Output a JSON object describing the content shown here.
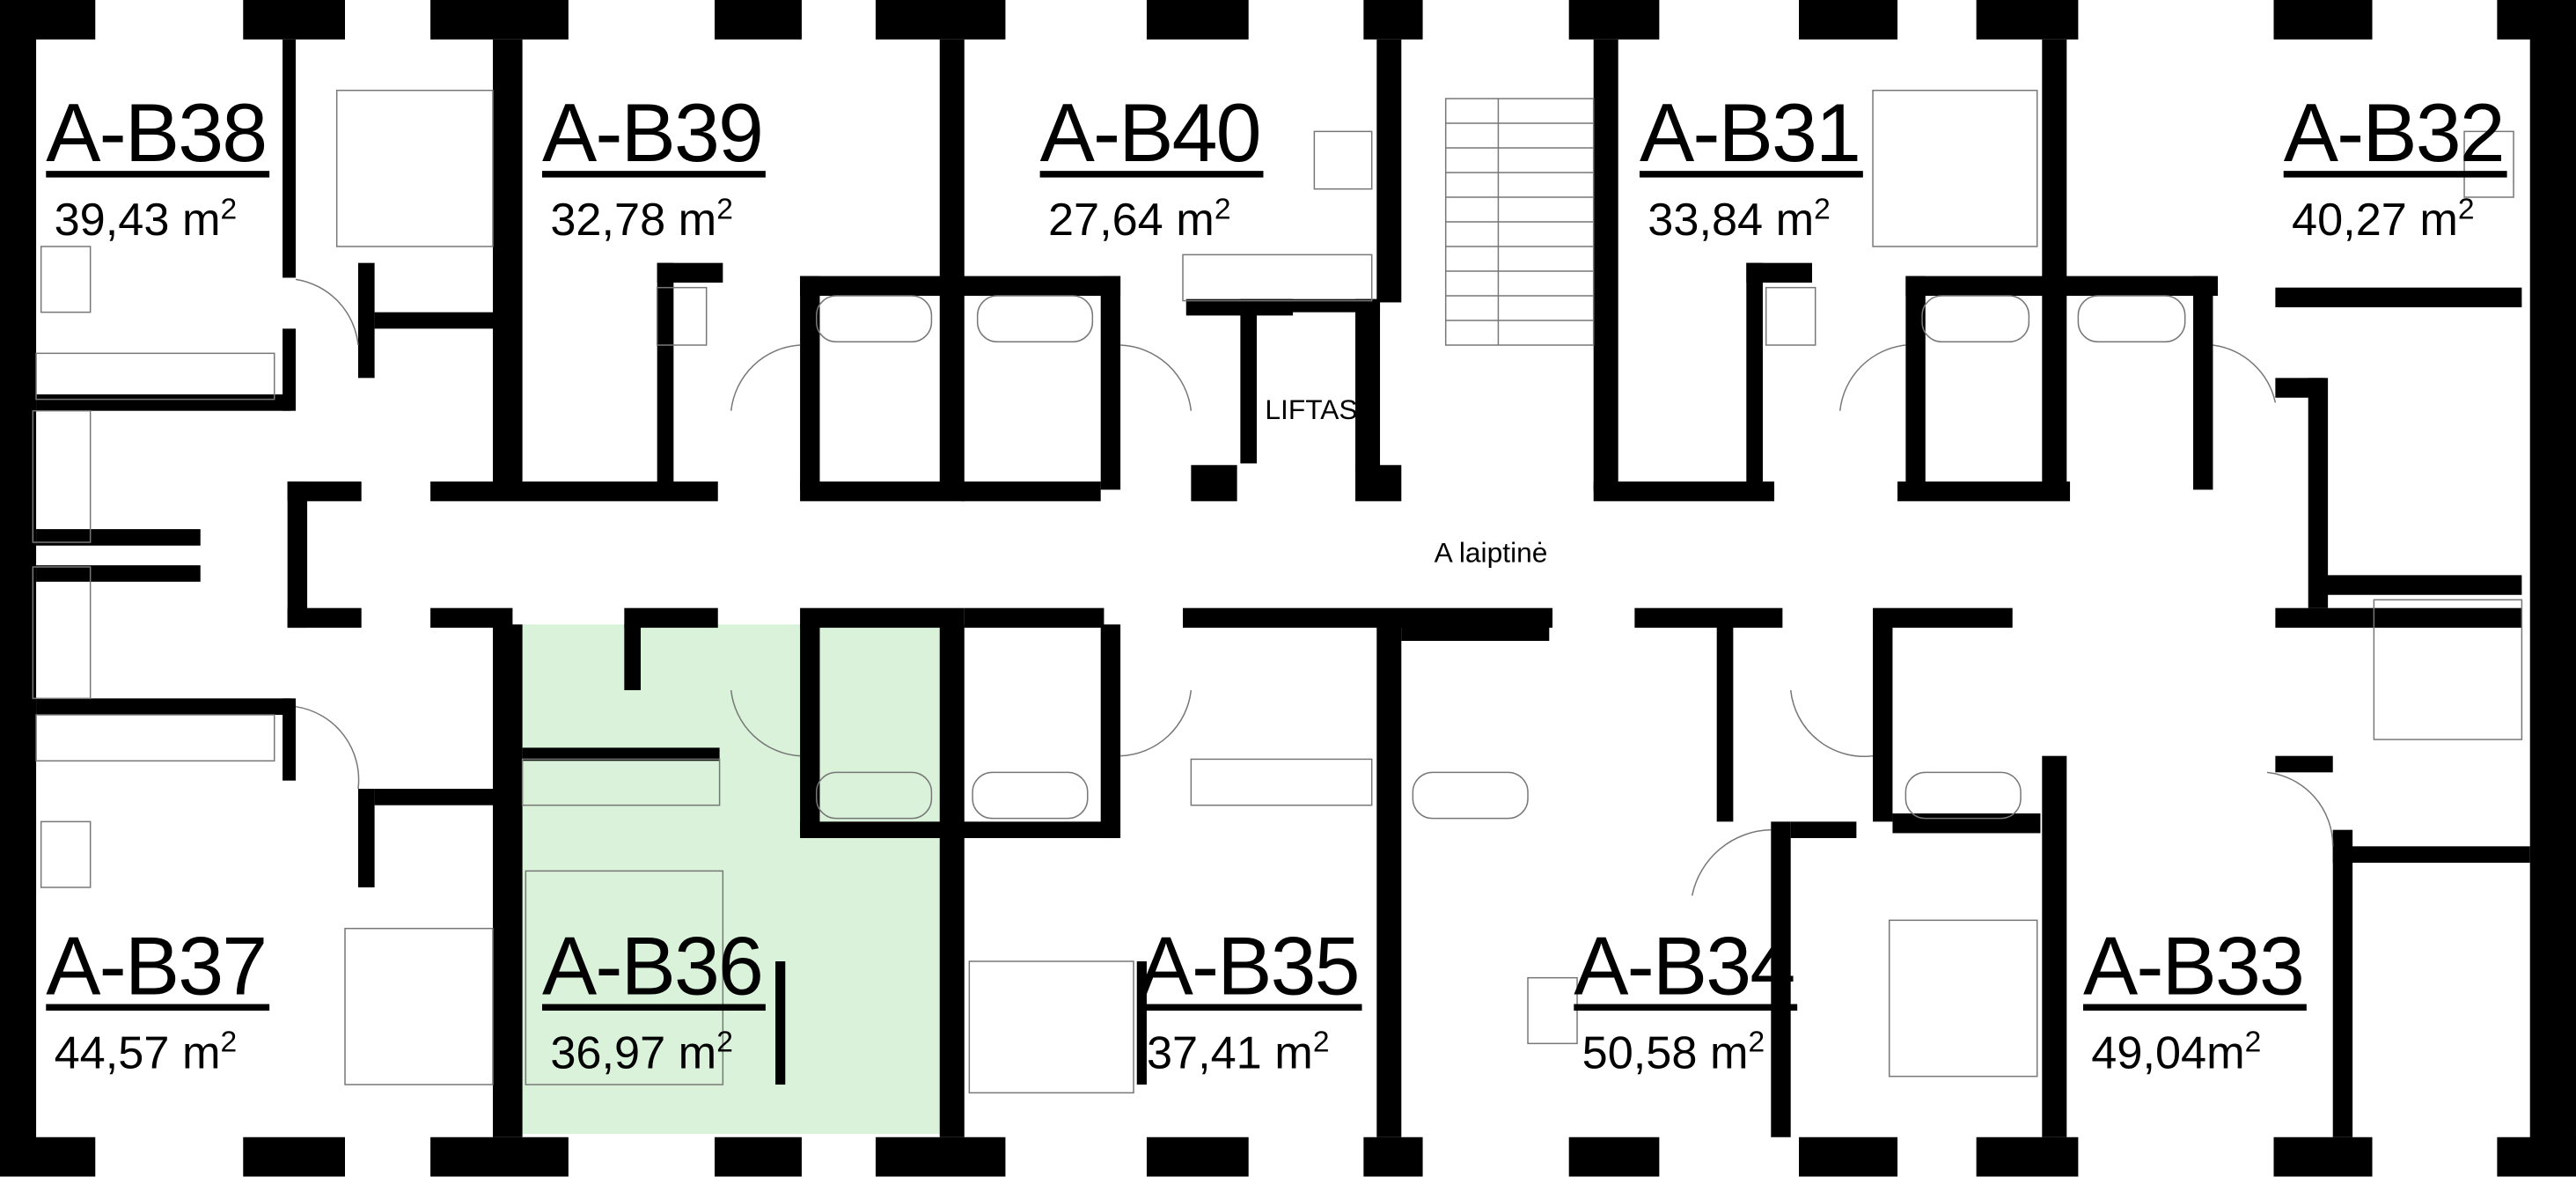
{
  "plan": {
    "highlight_color": "#d9f2d9",
    "selected_unit": "A-B36",
    "stairwell_label": "A laiptinė",
    "elevator_label": "LIFTAS",
    "area_unit": "m",
    "area_exp": "2"
  },
  "units": [
    {
      "code": "A-B38",
      "area": "39,43 "
    },
    {
      "code": "A-B39",
      "area": "32,78 "
    },
    {
      "code": "A-B40",
      "area": "27,64 "
    },
    {
      "code": "A-B31",
      "area": "33,84 "
    },
    {
      "code": "A-B32",
      "area": "40,27 "
    },
    {
      "code": "A-B37",
      "area": "44,57 "
    },
    {
      "code": "A-B36",
      "area": "36,97 "
    },
    {
      "code": "A-B35",
      "area": "37,41 "
    },
    {
      "code": "A-B34",
      "area": "50,58 "
    },
    {
      "code": "A-B33",
      "area": "49,04"
    }
  ]
}
